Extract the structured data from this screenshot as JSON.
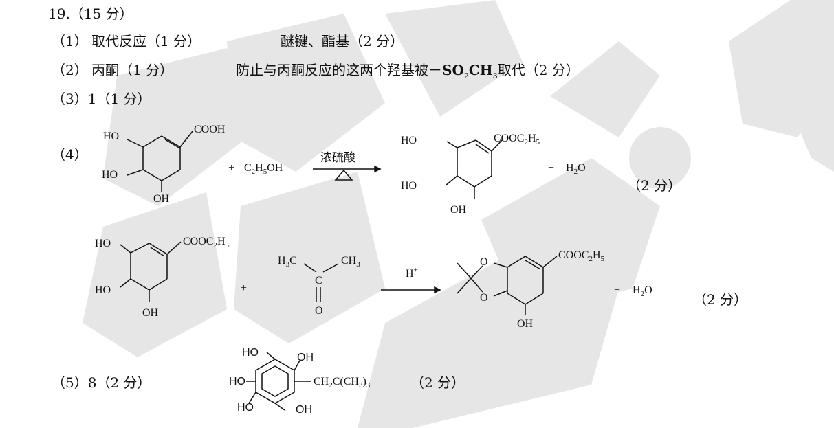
{
  "q_title": "19.（15 分）",
  "l1_num": "（1）",
  "l1_a": "取代反应（1 分）",
  "l1_b": "醚键、酯基（2 分）",
  "l2_num": "（2）",
  "l2_a": "丙酮（1 分）",
  "l2_b_pre": "防止与丙酮反应的这两个羟基被－",
  "l2_b_so": "SO",
  "l2_b_2": "2",
  "l2_b_ch": "CH",
  "l2_b_3": "3",
  "l2_b_post": "取代（2 分）",
  "l3": "（3）1（1 分）",
  "l4_num": "（4）",
  "r1_ho_top": "HO",
  "r1_cooh": "COOH",
  "r1_ho_mid": "HO",
  "r1_oh_bot": "OH",
  "r1_plus": "+",
  "r1_c2h5oh_c": "C",
  "r1_c2h5oh_2": "2",
  "r1_c2h5oh_h": "H",
  "r1_c2h5oh_5": "5",
  "r1_c2h5oh_oh": "OH",
  "r1_cond": "浓硫酸",
  "r1_p_ho_top": "HO",
  "r1_p_cooc": "COOC",
  "r1_p_2": "2",
  "r1_p_h": "H",
  "r1_p_5": "5",
  "r1_p_ho_mid": "HO",
  "r1_p_oh_bot": "OH",
  "r1_plus2": "+",
  "r1_h2o_h": "H",
  "r1_h2o_2": "2",
  "r1_h2o_o": "O",
  "r1_score": "（2 分）",
  "r2_ho_top": "HO",
  "r2_cooc": "COOC",
  "r2_2": "2",
  "r2_h": "H",
  "r2_5": "5",
  "r2_ho_mid": "HO",
  "r2_oh_bot": "OH",
  "r2_plus": "+",
  "r2_h3c_h": "H",
  "r2_h3c_3": "3",
  "r2_h3c_c": "C",
  "r2_ch3_ch": "CH",
  "r2_ch3_3": "3",
  "r2_c": "C",
  "r2_o": "O",
  "r2_cond_h": "H",
  "r2_cond_plus": "+",
  "r2_p_o1": "O",
  "r2_p_o2": "O",
  "r2_p_cooc": "COOC",
  "r2_p_2": "2",
  "r2_p_h": "H",
  "r2_p_5": "5",
  "r2_p_oh": "OH",
  "r2_plus2": "+",
  "r2_h2o_h": "H",
  "r2_h2o_2": "2",
  "r2_h2o_o": "O",
  "r2_score": "（2 分）",
  "l5": "（5）8（2 分）",
  "l5_ho1": "HO",
  "l5_oh1": "OH",
  "l5_ho2": "HO",
  "l5_sub_a": "CH",
  "l5_sub_2": "2",
  "l5_sub_b": "C(CH",
  "l5_sub_3a": "3",
  "l5_sub_c": ")",
  "l5_sub_3b": "3",
  "l5_ho3": "HO",
  "l5_oh3": "OH",
  "l5_score": "（2 分）",
  "watermark_color": "#e6e6e6"
}
